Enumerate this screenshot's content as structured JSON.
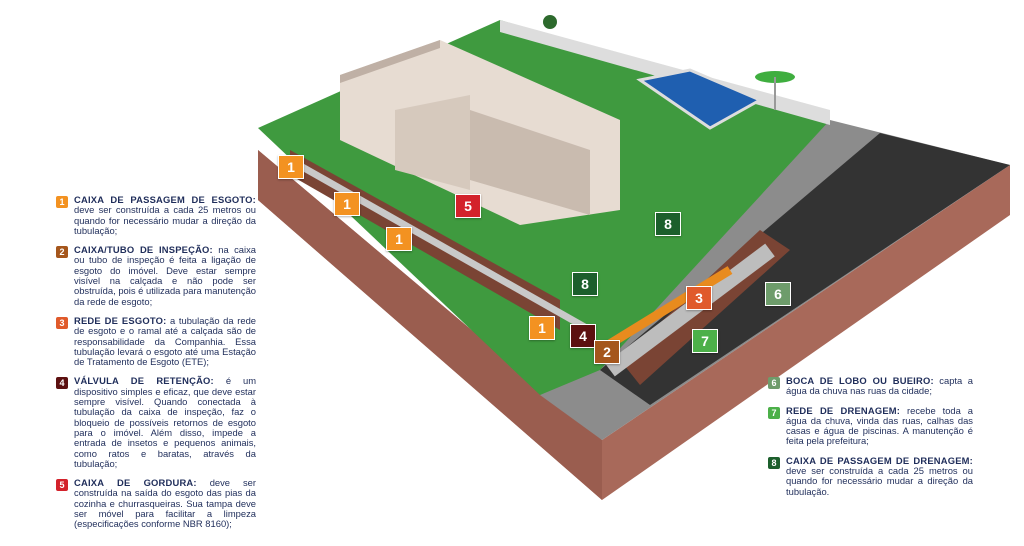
{
  "colors": {
    "1": "#f39221",
    "2": "#a5561c",
    "3": "#e05a2b",
    "4": "#5c1010",
    "5": "#d3222b",
    "6": "#6e9c6b",
    "7": "#4cb049",
    "8": "#1c5f2c",
    "text": "#1f2d5a"
  },
  "legend_left": [
    {
      "num": "1",
      "title": "CAIXA DE PASSAGEM DE ESGOTO:",
      "text": " deve ser construída a cada 25 metros ou quando for necessário mudar a direção da tubulação;"
    },
    {
      "num": "2",
      "title": "CAIXA/TUBO DE INSPEÇÃO:",
      "text": " na caixa ou tubo de inspeção é feita a ligação de esgoto do imóvel. Deve estar sempre visível na calçada e não pode ser obstruída, pois é utilizada para manutenção da rede de esgoto;"
    },
    {
      "num": "3",
      "title": "REDE DE ESGOTO:",
      "text": " a tubulação da rede de esgoto e o ramal até a calçada são de responsabilidade da Companhia. Essa tubulação levará o esgoto até uma Estação de Tratamento de Esgoto (ETE);"
    },
    {
      "num": "4",
      "title": "VÁLVULA DE RETENÇÃO:",
      "text": " é um dispositivo simples e eficaz, que deve estar sempre visível. Quando conectada à tubulação da caixa de inspeção, faz o bloqueio de possíveis retornos de esgoto para o imóvel. Além disso, impede a entrada de insetos e pequenos animais, como ratos e baratas, através da tubulação;"
    },
    {
      "num": "5",
      "title": "CAIXA DE GORDURA:",
      "text": " deve ser construída na saída do esgoto das pias da cozinha e churrasqueiras. Sua tampa deve ser móvel para facilitar a limpeza (especificações conforme NBR 8160);"
    }
  ],
  "legend_right": [
    {
      "num": "6",
      "title": "BOCA DE LOBO OU BUEIRO:",
      "text": " capta a água da chuva nas ruas da cidade;"
    },
    {
      "num": "7",
      "title": "REDE DE DRENAGEM:",
      "text": " recebe toda a água da chuva, vinda das ruas, calhas das casas e água de piscinas. A manutenção é feita pela prefeitura;"
    },
    {
      "num": "8",
      "title": "CAIXA DE PASSAGEM DE DRENAGEM:",
      "text": " deve ser construída a cada 25 metros ou quando for necessário mudar a direção da tubulação."
    }
  ],
  "markers": [
    "1",
    "1",
    "1",
    "1",
    "5",
    "8",
    "8",
    "3",
    "6",
    "7",
    "4",
    "2"
  ]
}
